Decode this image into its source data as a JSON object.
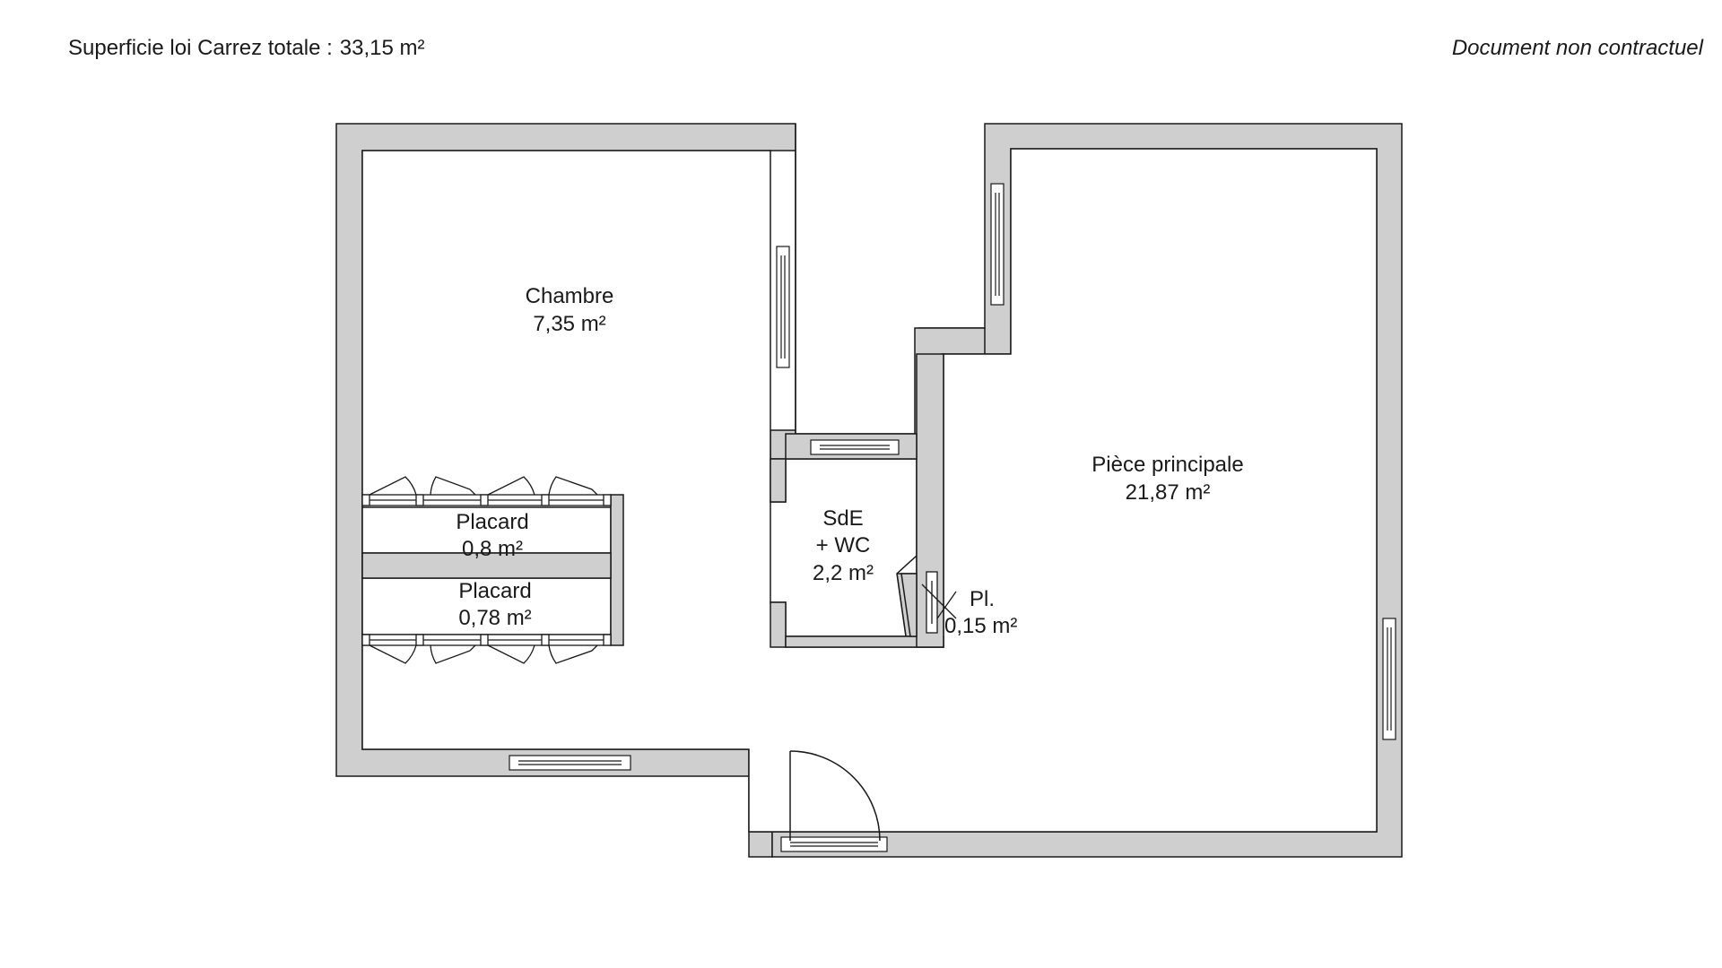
{
  "header": {
    "total_label": "Superficie loi Carrez totale :",
    "total_value": "33,15 m²",
    "disclaimer": "Document non contractuel"
  },
  "rooms": {
    "chambre": {
      "name": "Chambre",
      "area": "7,35 m²"
    },
    "piece_principale": {
      "name": "Pièce principale",
      "area": "21,87 m²"
    },
    "sde_wc": {
      "name": "SdE",
      "name2": "+ WC",
      "area": "2,2 m²"
    },
    "placard_1": {
      "name": "Placard",
      "area": "0,8 m²"
    },
    "placard_2": {
      "name": "Placard",
      "area": "0,78 m²"
    },
    "placard_pl": {
      "name": "Pl.",
      "area": "0,15 m²"
    }
  },
  "colors": {
    "wall_fill": "#cfcfcf",
    "wall_stroke": "#1a1a1a",
    "background": "#ffffff"
  }
}
